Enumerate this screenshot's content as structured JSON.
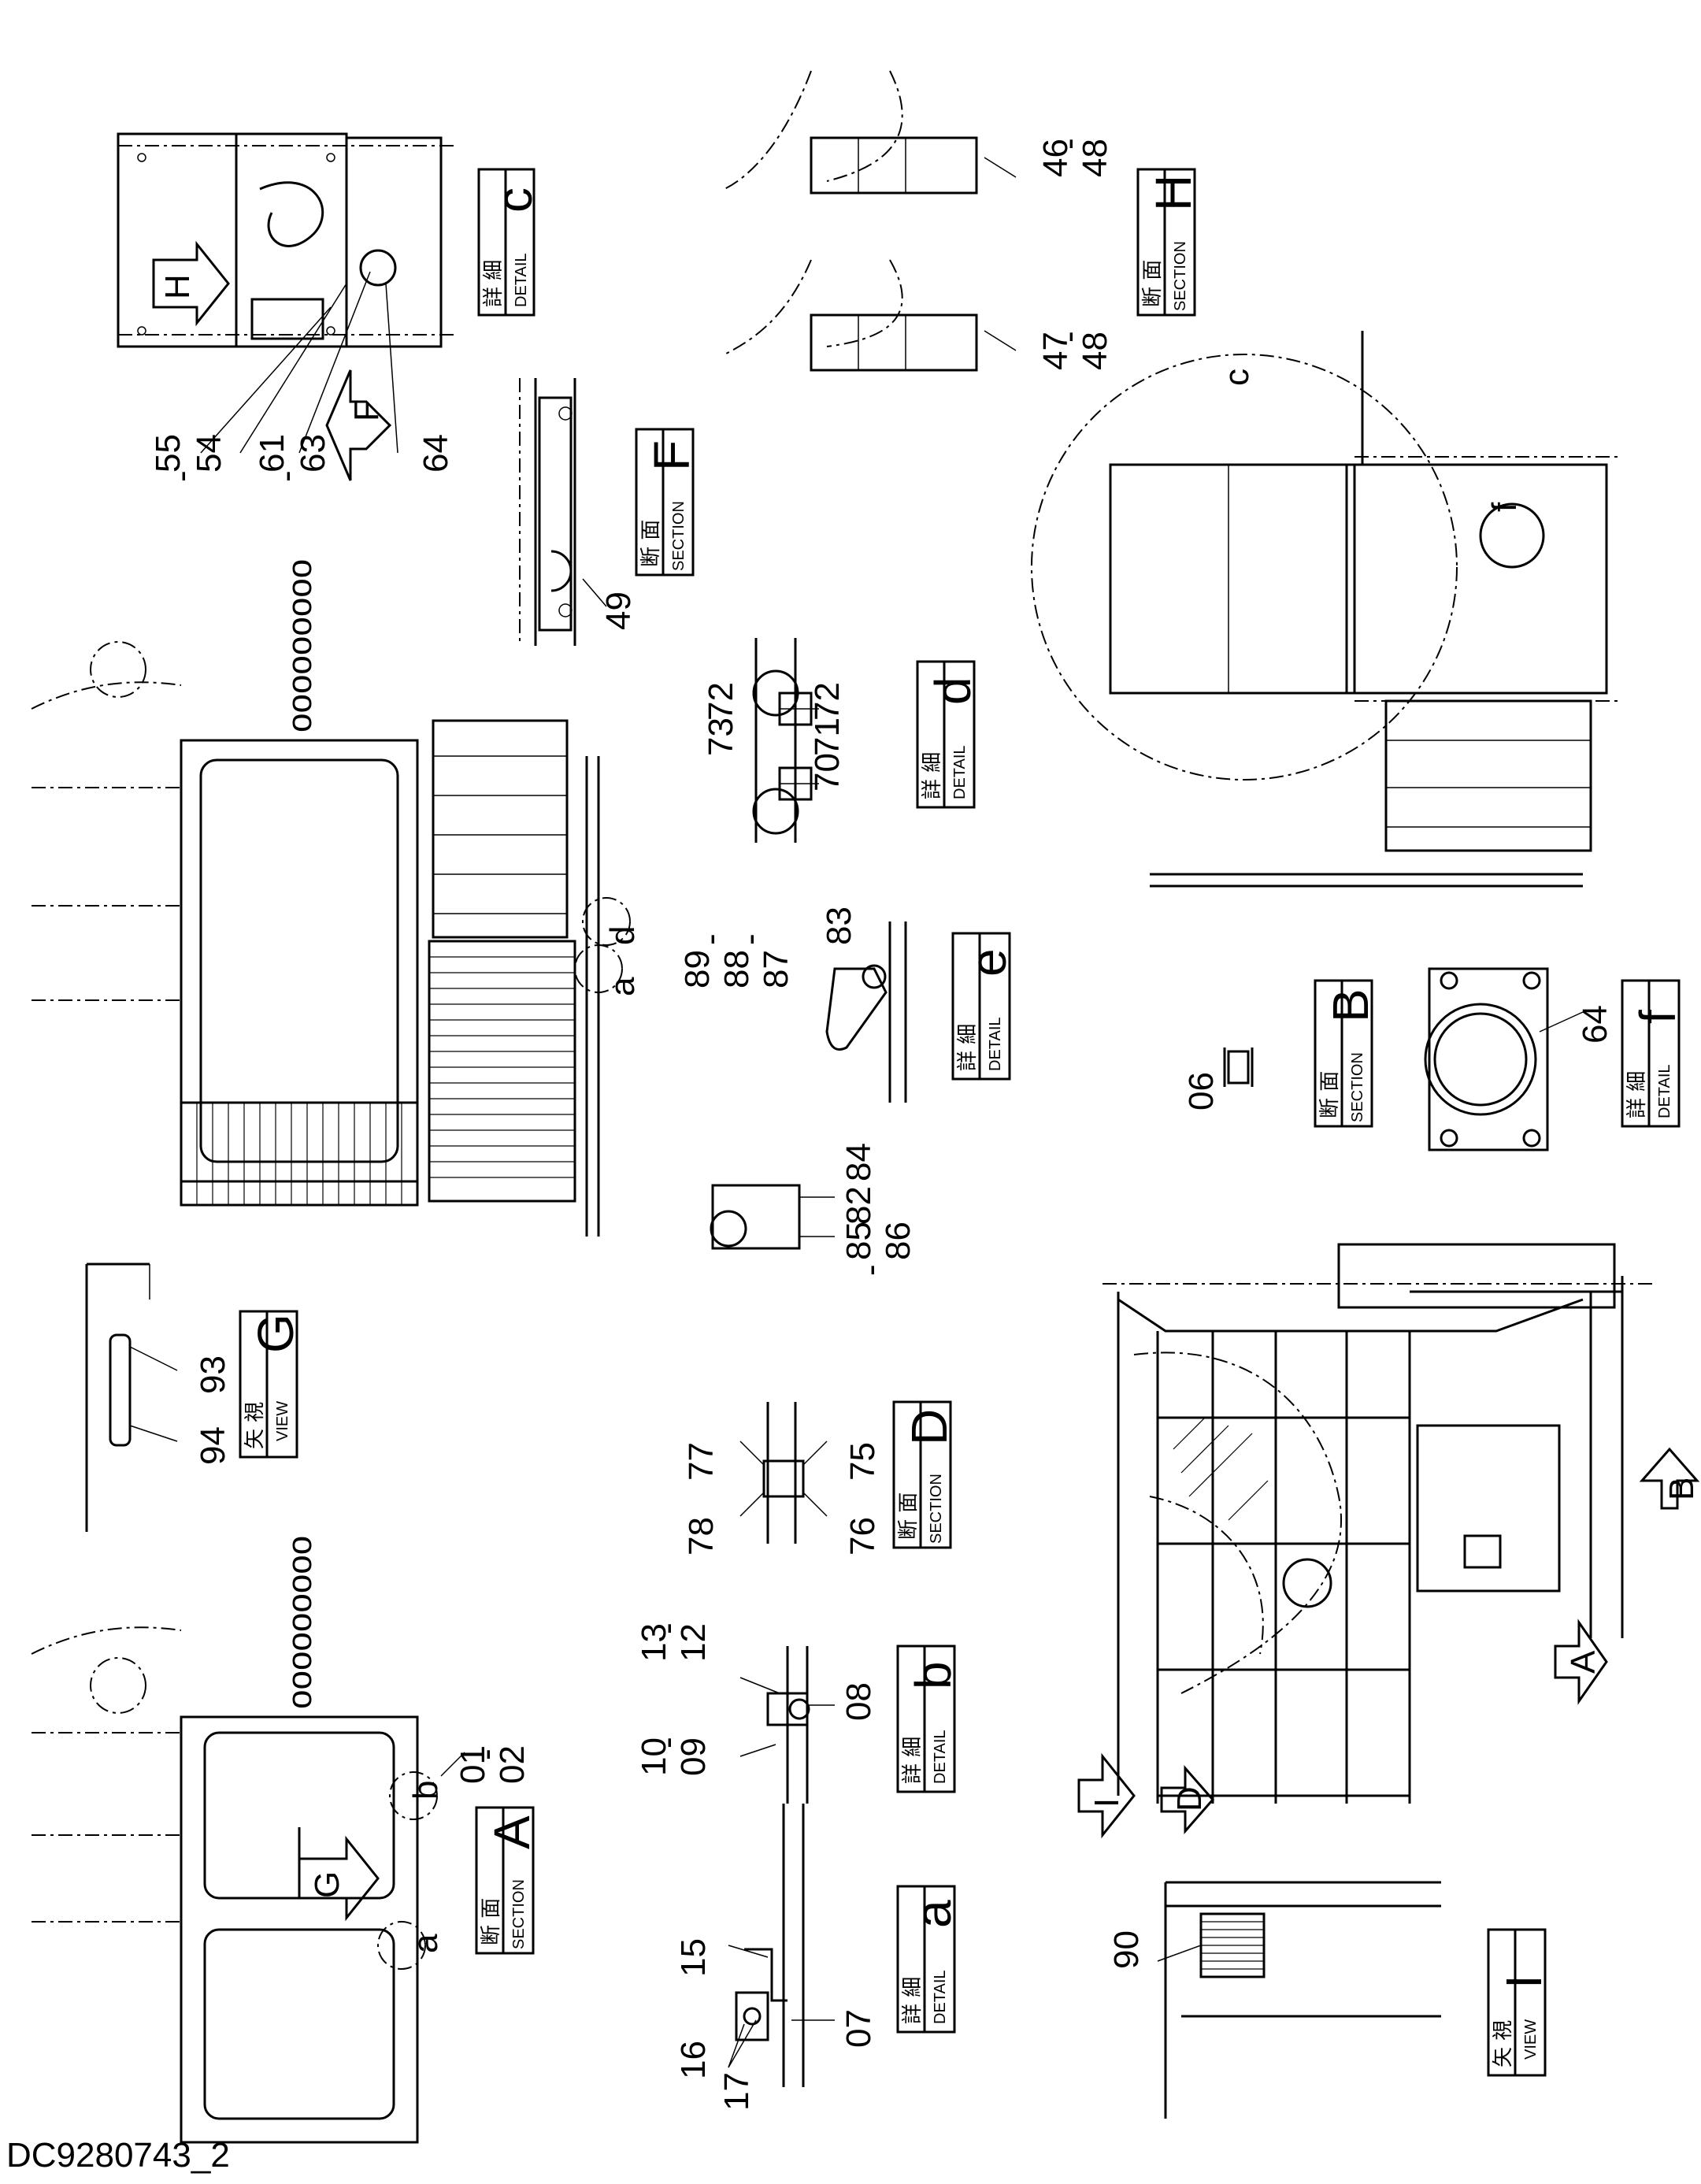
{
  "drawing_id": "DC9280743_2",
  "text_labels": {
    "detail": "DETAIL",
    "section": "SECTION",
    "view": "VIEW",
    "detail_jp": "詳 細",
    "section_jp": "断 面",
    "view_jp": "矢 視"
  },
  "views": [
    {
      "key": "c",
      "kind": "detail"
    },
    {
      "key": "F",
      "kind": "section"
    },
    {
      "key": "H",
      "kind": "section"
    },
    {
      "key": "d",
      "kind": "detail"
    },
    {
      "key": "e",
      "kind": "detail"
    },
    {
      "key": "B",
      "kind": "section"
    },
    {
      "key": "f",
      "kind": "detail"
    },
    {
      "key": "G",
      "kind": "view"
    },
    {
      "key": "D",
      "kind": "section"
    },
    {
      "key": "A",
      "kind": "section"
    },
    {
      "key": "b",
      "kind": "detail"
    },
    {
      "key": "a",
      "kind": "detail"
    },
    {
      "key": "I",
      "kind": "view"
    }
  ],
  "markers": {
    "H": "H",
    "F": "F",
    "G": "G",
    "B": "B",
    "A": "A",
    "I": "I",
    "D": "D",
    "a": "a",
    "b": "b",
    "c": "c",
    "d": "d",
    "f": "f"
  },
  "part_numbers": {
    "p55": "55",
    "dash1": "-",
    "p54": "54",
    "p61": "61",
    "dash2": "-",
    "p63": "63",
    "p64a": "64",
    "p49": "49",
    "p46": "46",
    "dash3": "-",
    "p48a": "48",
    "p47": "47",
    "dash4": "-",
    "p48b": "48",
    "p72a": "72",
    "p73": "73",
    "p72b": "72",
    "p70": "70",
    "p71": "71",
    "p89": "89",
    "dash5": "-",
    "p88": "88",
    "dash6": "-",
    "p87": "87",
    "p83": "83",
    "p84": "84",
    "p82": "82",
    "p85": "85",
    "dash7": "-",
    "p86": "86",
    "p06": "06",
    "p64b": "64",
    "p94": "94",
    "p93": "93",
    "p77": "77",
    "p75": "75",
    "p78": "78",
    "p76": "76",
    "p13": "13",
    "dash8": "-",
    "p12": "12",
    "p10": "10",
    "dash9": "-",
    "p09": "09",
    "p08": "08",
    "p01": "01",
    "dash10": "-",
    "p02": "02",
    "p15": "15",
    "p16": "16",
    "p17": "17",
    "p07": "07",
    "p90": "90"
  }
}
